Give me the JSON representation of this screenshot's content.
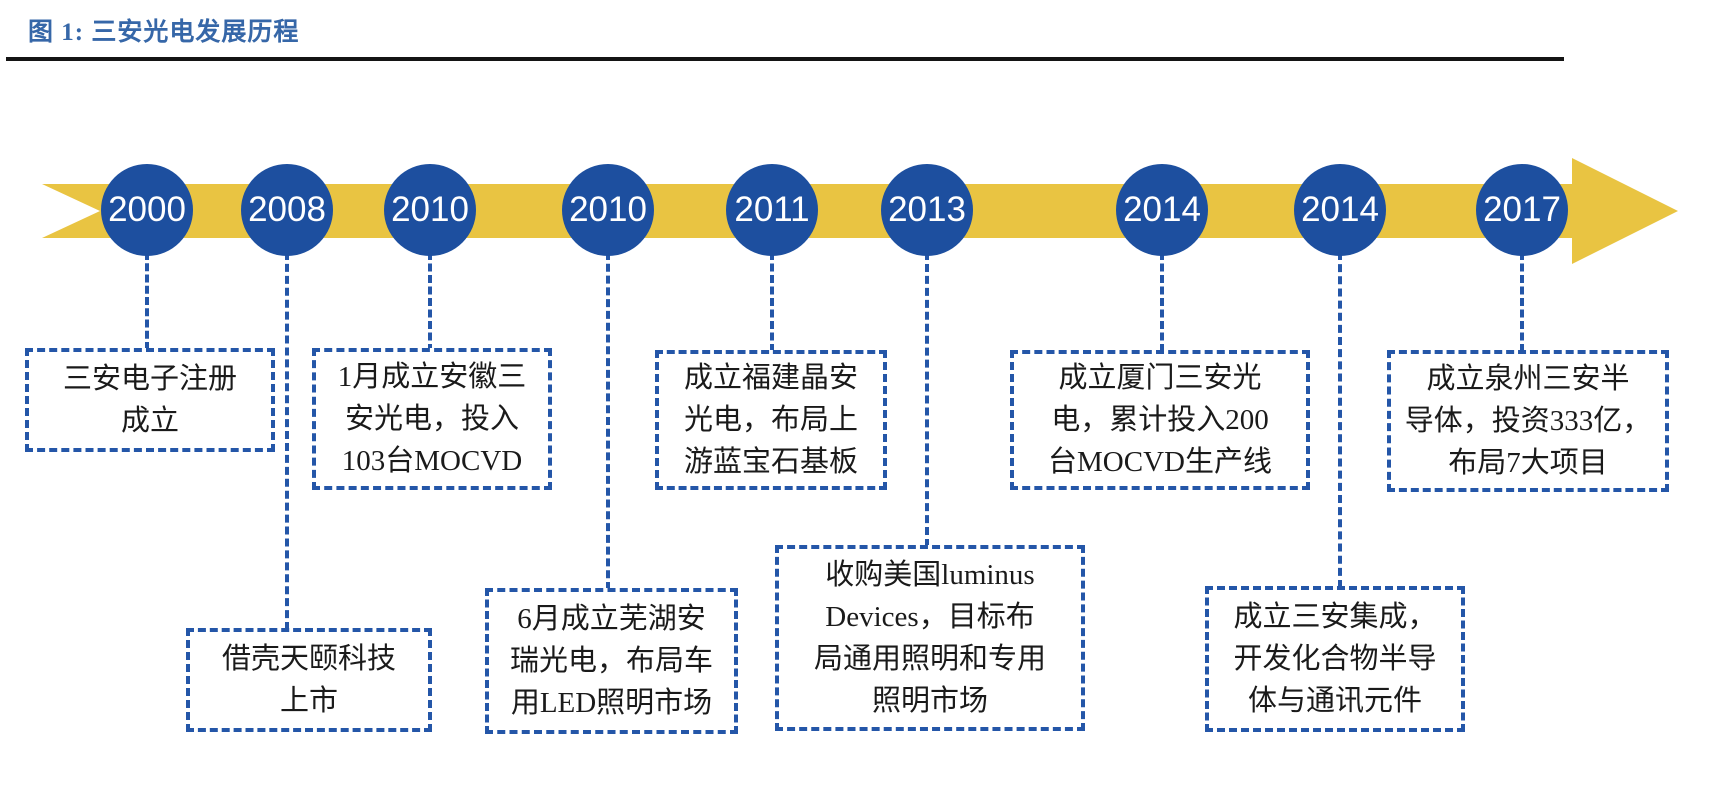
{
  "figure": {
    "title": "图 1: 三安光电发展历程"
  },
  "colors": {
    "band_yellow": "#E9C442",
    "circle_blue": "#1D4F9F",
    "dashed_blue": "#2456A8",
    "title_blue": "#3667A8",
    "text_black": "#1A1A1A"
  },
  "timeline": {
    "direction": "left-to-right"
  },
  "milestones": [
    {
      "year": "2000",
      "row": "upper",
      "lines": [
        "三安电子注册",
        "成立"
      ]
    },
    {
      "year": "2008",
      "row": "lower",
      "lines": [
        "借壳天颐科技",
        "上市"
      ]
    },
    {
      "year": "2010",
      "row": "upper",
      "lines": [
        "1月成立安徽三",
        "安光电，投入",
        "103台MOCVD"
      ]
    },
    {
      "year": "2010",
      "row": "lower",
      "lines": [
        "6月成立芜湖安",
        "瑞光电，布局车",
        "用LED照明市场"
      ]
    },
    {
      "year": "2011",
      "row": "upper",
      "lines": [
        "成立福建晶安",
        "光电，布局上",
        "游蓝宝石基板"
      ]
    },
    {
      "year": "2013",
      "row": "lower",
      "lines": [
        "收购美国luminus",
        "Devices，目标布",
        "局通用照明和专用",
        "照明市场"
      ]
    },
    {
      "year": "2014",
      "row": "upper",
      "lines": [
        "成立厦门三安光",
        "电，累计投入200",
        "台MOCVD生产线"
      ]
    },
    {
      "year": "2014",
      "row": "lower",
      "lines": [
        "成立三安集成，",
        "开发化合物半导",
        "体与通讯元件"
      ]
    },
    {
      "year": "2017",
      "row": "upper",
      "lines": [
        "成立泉州三安半",
        "导体，投资333亿，",
        "布局7大项目"
      ]
    }
  ]
}
